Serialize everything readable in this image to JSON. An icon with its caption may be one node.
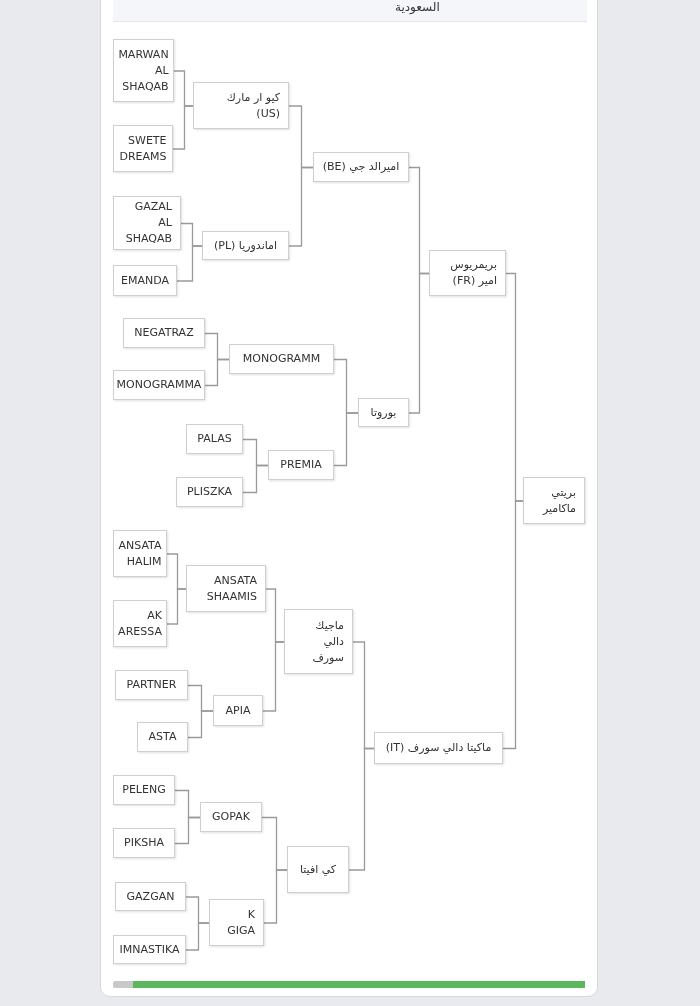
{
  "diagram": {
    "nodes": [
      {
        "text": [
          "بريتي ماكامير"
        ]
      },
      {
        "text": [
          "بريمريوس امير (FR)"
        ]
      },
      {
        "text": [
          "اميرالد جي (BE)"
        ]
      },
      {
        "text": [
          "كيو ار مارك (US)"
        ]
      },
      {
        "text": [
          "MARWAN AL SHAQAB"
        ]
      },
      {
        "text": [
          "SWETE DREAMS"
        ]
      },
      {
        "text": [
          "اماندوريا (PL)"
        ]
      },
      {
        "text": [
          "GAZAL AL SHAQAB"
        ]
      },
      {
        "text": [
          "EMANDA"
        ]
      },
      {
        "text": [
          "بوروتا"
        ]
      },
      {
        "text": [
          "MONOGRAMM"
        ]
      },
      {
        "text": [
          "NEGATRAZ"
        ]
      },
      {
        "text": [
          "MONOGRAMMA"
        ]
      },
      {
        "text": [
          "PREMIA"
        ]
      },
      {
        "text": [
          "PALAS"
        ]
      },
      {
        "text": [
          "PLISZKA"
        ]
      },
      {
        "text": [
          "ماكيتا دالي سورف (IT)"
        ]
      },
      {
        "text": [
          "ماجيك دالي سورف"
        ]
      },
      {
        "text": [
          "ANSATA SHAAMIS"
        ]
      },
      {
        "text": [
          "ANSATA HALIM"
        ]
      },
      {
        "text": [
          "AK ARESSA"
        ]
      },
      {
        "text": [
          "APIA"
        ]
      },
      {
        "text": [
          "PARTNER"
        ]
      },
      {
        "text": [
          "ASTA"
        ]
      },
      {
        "text": [
          "كي افيتا"
        ]
      },
      {
        "text": [
          "GOPAK"
        ]
      },
      {
        "text": [
          "PELENG"
        ]
      },
      {
        "text": [
          "PIKSHA"
        ]
      },
      {
        "text": [
          "K GIGA"
        ]
      },
      {
        "text": [
          "GAZGAN"
        ]
      },
      {
        "text": [
          "IMNASTIKA"
        ]
      }
    ],
    "edges": [
      {
        "from": 1,
        "to": 0,
        "arrow": "none"
      },
      {
        "from": 16,
        "to": 0,
        "arrow": "none"
      },
      {
        "from": 2,
        "to": 1,
        "arrow": "none"
      },
      {
        "from": 9,
        "to": 1,
        "arrow": "none"
      },
      {
        "from": 3,
        "to": 2,
        "arrow": "none"
      },
      {
        "from": 6,
        "to": 2,
        "arrow": "none"
      },
      {
        "from": 4,
        "to": 3,
        "arrow": "none"
      },
      {
        "from": 5,
        "to": 3,
        "arrow": "none"
      },
      {
        "from": 7,
        "to": 6,
        "arrow": "none"
      },
      {
        "from": 8,
        "to": 6,
        "arrow": "none"
      },
      {
        "from": 10,
        "to": 9,
        "arrow": "none"
      },
      {
        "from": 13,
        "to": 9,
        "arrow": "none"
      },
      {
        "from": 11,
        "to": 10,
        "arrow": "none"
      },
      {
        "from": 12,
        "to": 10,
        "arrow": "none"
      },
      {
        "from": 14,
        "to": 13,
        "arrow": "none"
      },
      {
        "from": 15,
        "to": 13,
        "arrow": "none"
      },
      {
        "from": 17,
        "to": 16,
        "arrow": "none"
      },
      {
        "from": 24,
        "to": 16,
        "arrow": "none"
      },
      {
        "from": 18,
        "to": 17,
        "arrow": "none"
      },
      {
        "from": 21,
        "to": 17,
        "arrow": "none"
      },
      {
        "from": 19,
        "to": 18,
        "arrow": "none"
      },
      {
        "from": 20,
        "to": 18,
        "arrow": "none"
      },
      {
        "from": 22,
        "to": 21,
        "arrow": "none"
      },
      {
        "from": 23,
        "to": 21,
        "arrow": "none"
      },
      {
        "from": 25,
        "to": 24,
        "arrow": "none"
      },
      {
        "from": 28,
        "to": 24,
        "arrow": "none"
      },
      {
        "from": 26,
        "to": 25,
        "arrow": "none"
      },
      {
        "from": 27,
        "to": 25,
        "arrow": "none"
      },
      {
        "from": 29,
        "to": 28,
        "arrow": "none"
      },
      {
        "from": 30,
        "to": 28,
        "arrow": "none"
      }
    ],
    "labels": [
      "السعودية"
    ]
  }
}
